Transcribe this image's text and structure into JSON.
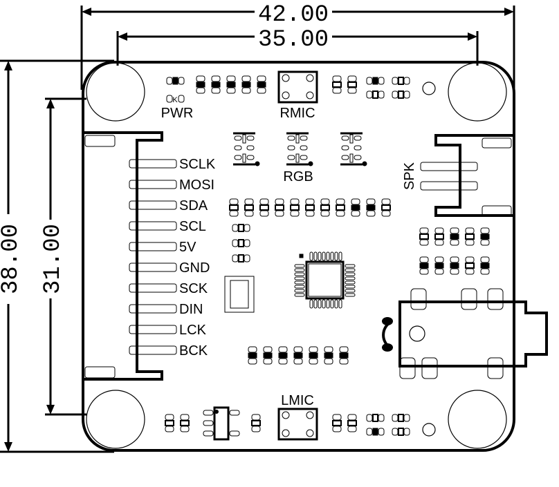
{
  "dimensions": {
    "overall_width": "42.00",
    "hole_spacing_x": "35.00",
    "overall_height": "38.00",
    "hole_spacing_y": "31.00"
  },
  "labels": {
    "pwr": "PWR",
    "rmic": "RMIC",
    "rgb": "RGB",
    "spk": "SPK",
    "lmic": "LMIC",
    "led_polarity": "K"
  },
  "pins": [
    "SCLK",
    "MOSI",
    "SDA",
    "SCL",
    "5V",
    "GND",
    "SCK",
    "DIN",
    "LCK",
    "BCK"
  ],
  "colors": {
    "ink": "#000000",
    "background": "#ffffff"
  }
}
